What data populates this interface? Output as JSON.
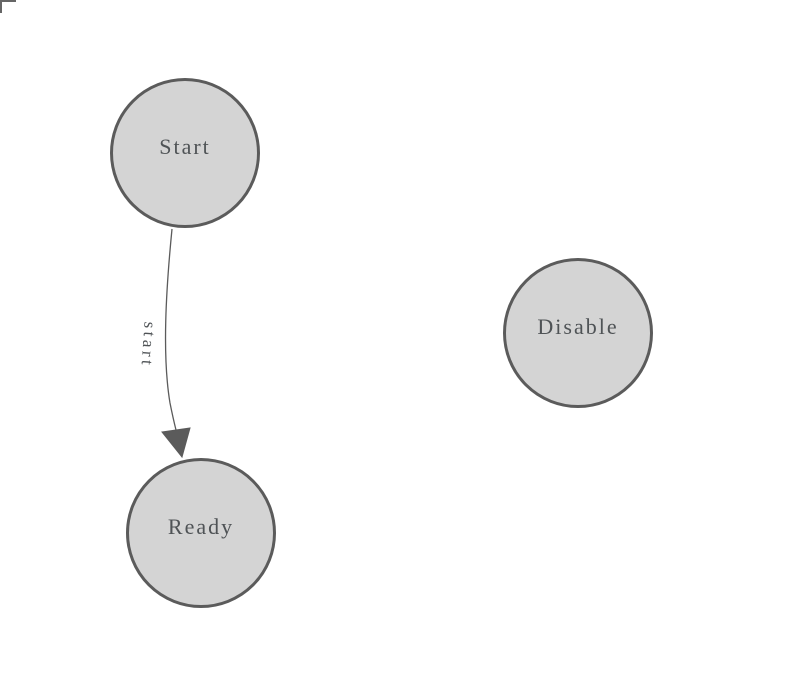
{
  "diagram": {
    "type": "state-machine",
    "nodes": [
      {
        "id": "start",
        "label": "Start"
      },
      {
        "id": "ready",
        "label": "Ready"
      },
      {
        "id": "disable",
        "label": "Disable"
      }
    ],
    "edges": [
      {
        "from": "start",
        "to": "ready",
        "label": "start"
      }
    ],
    "colors": {
      "background": "#ffffff",
      "node_fill": "#d4d4d4",
      "node_border": "#5b5b5b",
      "edge_stroke": "#5b5b5b",
      "label_text": "#4f5356",
      "corner_mark": "#666666"
    }
  }
}
